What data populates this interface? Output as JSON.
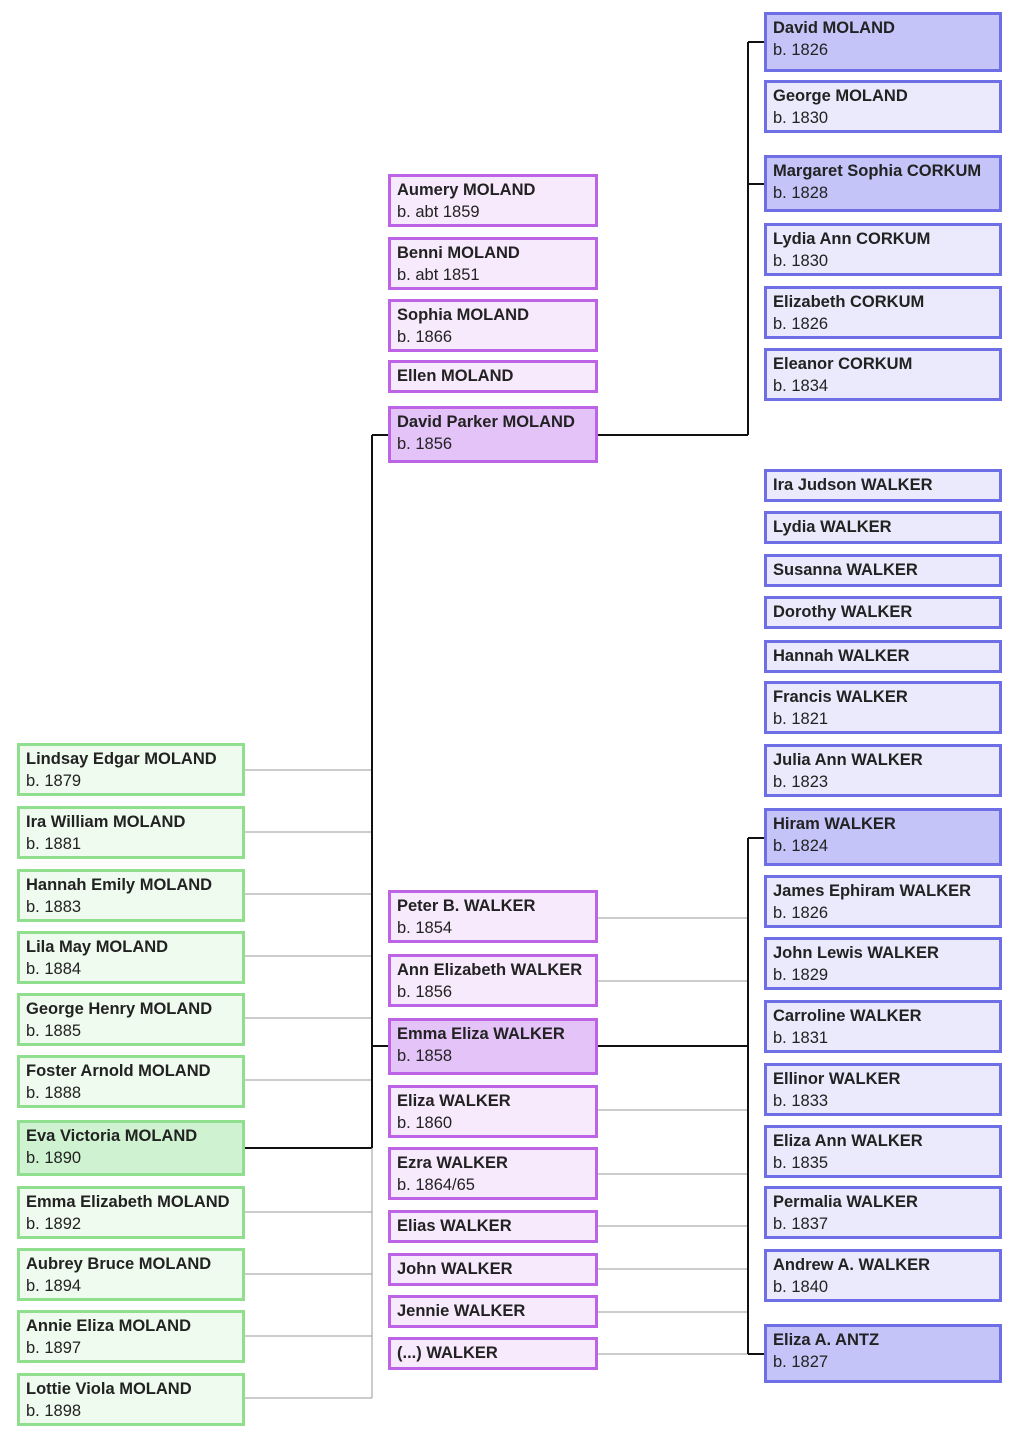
{
  "colors": {
    "child_border": "#8fdf8f",
    "child_fill": "#effbef",
    "child_focus_fill": "#cff3d1",
    "parent_border": "#bd63e6",
    "parent_fill": "#f7eafc",
    "parent_focus_fill": "#e4c3f8",
    "grandparent_border": "#6e6ee6",
    "grandparent_fill": "#eaeafc",
    "grandparent_focus_fill": "#c4c4f9",
    "line_main": "#111111",
    "line_minor": "#9a9a9a"
  },
  "children": [
    {
      "name": "Lindsay Edgar MOLAND",
      "born": "b. 1879"
    },
    {
      "name": "Ira William MOLAND",
      "born": "b. 1881"
    },
    {
      "name": "Hannah Emily MOLAND",
      "born": "b. 1883"
    },
    {
      "name": "Lila May MOLAND",
      "born": "b. 1884"
    },
    {
      "name": "George Henry MOLAND",
      "born": "b. 1885"
    },
    {
      "name": "Foster Arnold MOLAND",
      "born": "b. 1888"
    },
    {
      "name": "Eva Victoria MOLAND",
      "born": "b. 1890"
    },
    {
      "name": "Emma Elizabeth MOLAND",
      "born": "b. 1892"
    },
    {
      "name": "Aubrey Bruce MOLAND",
      "born": "b. 1894"
    },
    {
      "name": "Annie Eliza MOLAND",
      "born": "b. 1897"
    },
    {
      "name": "Lottie Viola MOLAND",
      "born": "b. 1898"
    }
  ],
  "moland_siblings": [
    {
      "name": "Aumery MOLAND",
      "born": "b. abt 1859"
    },
    {
      "name": "Benni MOLAND",
      "born": "b. abt 1851"
    },
    {
      "name": "Sophia MOLAND",
      "born": "b. 1866"
    },
    {
      "name": "Ellen MOLAND",
      "born": ""
    },
    {
      "name": "David Parker MOLAND",
      "born": "b. 1856"
    }
  ],
  "walker_siblings": [
    {
      "name": "Peter B. WALKER",
      "born": "b. 1854"
    },
    {
      "name": "Ann Elizabeth WALKER",
      "born": "b. 1856"
    },
    {
      "name": "Emma Eliza WALKER",
      "born": "b. 1858"
    },
    {
      "name": "Eliza WALKER",
      "born": "b. 1860"
    },
    {
      "name": "Ezra WALKER",
      "born": "b. 1864/65"
    },
    {
      "name": "Elias WALKER",
      "born": ""
    },
    {
      "name": "John WALKER",
      "born": ""
    },
    {
      "name": "Jennie WALKER",
      "born": ""
    },
    {
      "name": "(...) WALKER",
      "born": ""
    }
  ],
  "moland_grandparents": [
    {
      "name": "David MOLAND",
      "born": "b. 1826"
    },
    {
      "name": "George MOLAND",
      "born": "b. 1830"
    },
    {
      "name": "Margaret Sophia CORKUM",
      "born": "b. 1828"
    },
    {
      "name": "Lydia Ann CORKUM",
      "born": "b. 1830"
    },
    {
      "name": "Elizabeth CORKUM",
      "born": "b. 1826"
    },
    {
      "name": "Eleanor CORKUM",
      "born": "b. 1834"
    }
  ],
  "walker_grandparents": [
    {
      "name": "Ira Judson WALKER",
      "born": ""
    },
    {
      "name": "Lydia WALKER",
      "born": ""
    },
    {
      "name": "Susanna WALKER",
      "born": ""
    },
    {
      "name": "Dorothy WALKER",
      "born": ""
    },
    {
      "name": "Hannah WALKER",
      "born": ""
    },
    {
      "name": "Francis WALKER",
      "born": "b. 1821"
    },
    {
      "name": "Julia Ann WALKER",
      "born": "b. 1823"
    },
    {
      "name": "Hiram WALKER",
      "born": "b. 1824"
    },
    {
      "name": "James Ephiram WALKER",
      "born": "b. 1826"
    },
    {
      "name": "John Lewis WALKER",
      "born": "b. 1829"
    },
    {
      "name": "Carroline WALKER",
      "born": "b. 1831"
    },
    {
      "name": "Ellinor WALKER",
      "born": "b. 1833"
    },
    {
      "name": "Eliza Ann WALKER",
      "born": "b. 1835"
    },
    {
      "name": "Permalia WALKER",
      "born": "b. 1837"
    },
    {
      "name": "Andrew A. WALKER",
      "born": "b. 1840"
    },
    {
      "name": "Eliza A. ANTZ",
      "born": "b. 1827"
    }
  ]
}
